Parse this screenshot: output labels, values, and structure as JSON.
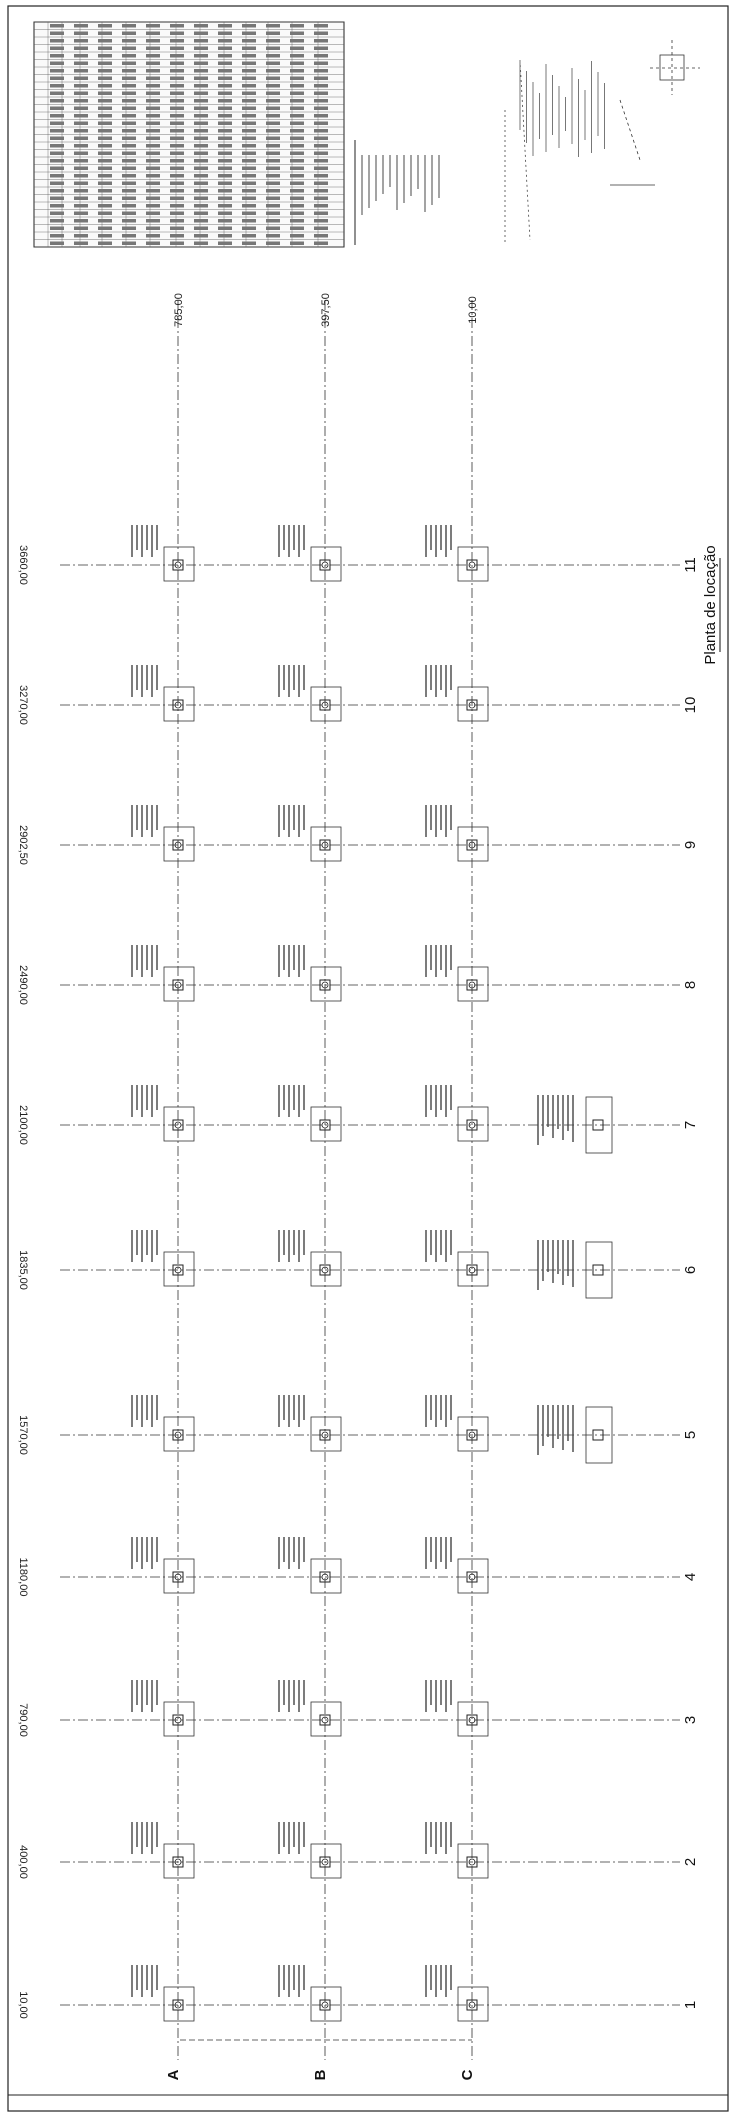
{
  "drawing": {
    "title": "Planta de locação",
    "column_axes": [
      {
        "label": "1",
        "coord": "10,00"
      },
      {
        "label": "2",
        "coord": "400,00"
      },
      {
        "label": "3",
        "coord": "790,00"
      },
      {
        "label": "4",
        "coord": "1180,00"
      },
      {
        "label": "5",
        "coord": "1570,00"
      },
      {
        "label": "6",
        "coord": "1835,00"
      },
      {
        "label": "7",
        "coord": "2100,00"
      },
      {
        "label": "8",
        "coord": "2490,00"
      },
      {
        "label": "9",
        "coord": "2902,50"
      },
      {
        "label": "10",
        "coord": "3270,00"
      },
      {
        "label": "11",
        "coord": "3660,00"
      }
    ],
    "row_axes": [
      {
        "label": "A",
        "coord": "785,00"
      },
      {
        "label": "B",
        "coord": "397,50"
      },
      {
        "label": "C",
        "coord": "10,00"
      }
    ]
  }
}
